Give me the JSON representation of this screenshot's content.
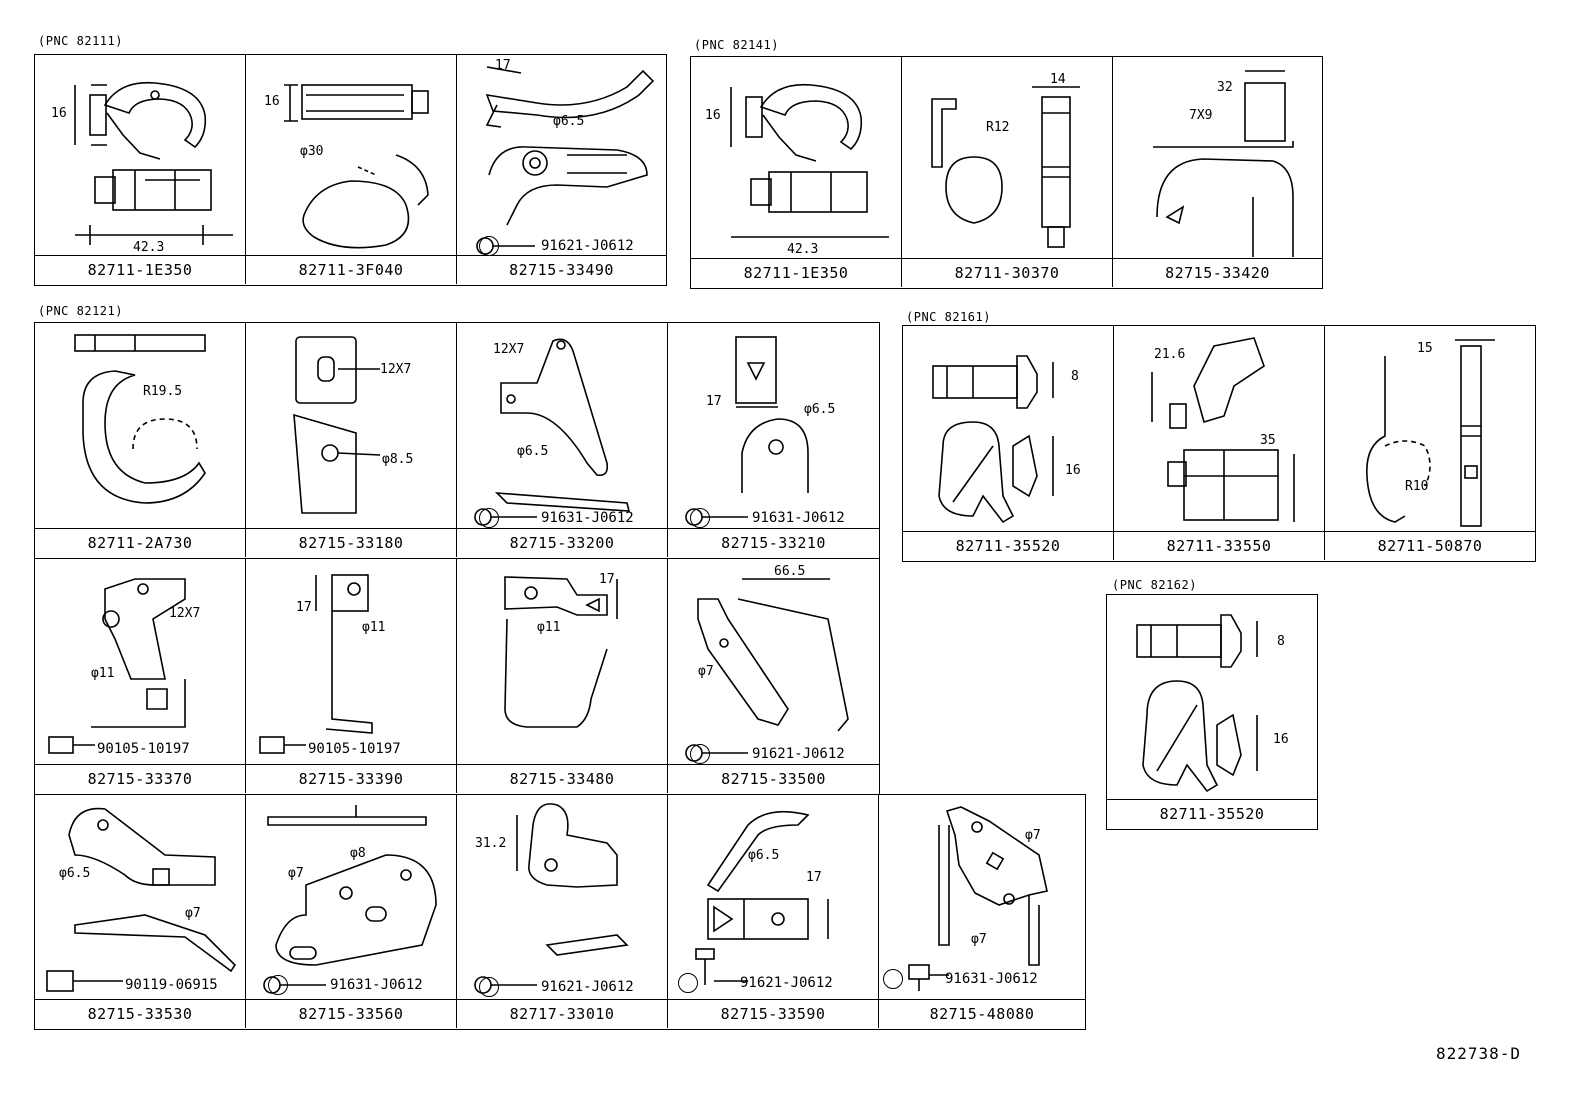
{
  "groups": [
    {
      "pnc": "(PNC 82111)",
      "cells": [
        {
          "pn": "82711-1E350",
          "labels": [
            "16",
            "42.3"
          ],
          "sub": ""
        },
        {
          "pn": "82711-3F040",
          "labels": [
            "16",
            "φ30"
          ],
          "sub": ""
        },
        {
          "pn": "82715-33490",
          "labels": [
            "17",
            "φ6.5"
          ],
          "sub": "91621-J0612"
        }
      ]
    },
    {
      "pnc": "(PNC 82141)",
      "cells": [
        {
          "pn": "82711-1E350",
          "labels": [
            "16",
            "42.3"
          ],
          "sub": ""
        },
        {
          "pn": "82711-30370",
          "labels": [
            "14",
            "R12"
          ],
          "sub": ""
        },
        {
          "pn": "82715-33420",
          "labels": [
            "32",
            "7X9"
          ],
          "sub": ""
        }
      ]
    },
    {
      "pnc": "(PNC 82121)",
      "cells": [
        {
          "pn": "82711-2A730",
          "labels": [
            "R19.5"
          ],
          "sub": ""
        },
        {
          "pn": "82715-33180",
          "labels": [
            "12X7",
            "φ8.5"
          ],
          "sub": ""
        },
        {
          "pn": "82715-33200",
          "labels": [
            "12X7",
            "φ6.5"
          ],
          "sub": "91631-J0612"
        },
        {
          "pn": "82715-33210",
          "labels": [
            "17",
            "φ6.5"
          ],
          "sub": "91631-J0612"
        },
        {
          "pn": "82715-33370",
          "labels": [
            "12X7",
            "φ11"
          ],
          "sub": "90105-10197"
        },
        {
          "pn": "82715-33390",
          "labels": [
            "17",
            "φ11"
          ],
          "sub": "90105-10197"
        },
        {
          "pn": "82715-33480",
          "labels": [
            "17",
            "φ11"
          ],
          "sub": ""
        },
        {
          "pn": "82715-33500",
          "labels": [
            "66.5",
            "φ7"
          ],
          "sub": "91621-J0612"
        },
        {
          "pn": "82715-33530",
          "labels": [
            "φ6.5",
            "φ7"
          ],
          "sub": "90119-06915"
        },
        {
          "pn": "82715-33560",
          "labels": [
            "φ7",
            "φ8"
          ],
          "sub": "91631-J0612"
        },
        {
          "pn": "82717-33010",
          "labels": [
            "31.2"
          ],
          "sub": "91621-J0612"
        },
        {
          "pn": "82715-33590",
          "labels": [
            "φ6.5",
            "17"
          ],
          "sub": "91621-J0612"
        },
        {
          "pn": "82715-48080",
          "labels": [
            "φ7",
            "φ7"
          ],
          "sub": "91631-J0612"
        }
      ]
    },
    {
      "pnc": "(PNC 82161)",
      "cells": [
        {
          "pn": "82711-35520",
          "labels": [
            "8",
            "16"
          ],
          "sub": ""
        },
        {
          "pn": "82711-33550",
          "labels": [
            "21.6",
            "35"
          ],
          "sub": ""
        },
        {
          "pn": "82711-50870",
          "labels": [
            "15",
            "R10"
          ],
          "sub": ""
        }
      ]
    },
    {
      "pnc": "(PNC 82162)",
      "cells": [
        {
          "pn": "82711-35520",
          "labels": [
            "8",
            "16"
          ],
          "sub": ""
        }
      ]
    }
  ],
  "reference": "822738-D"
}
